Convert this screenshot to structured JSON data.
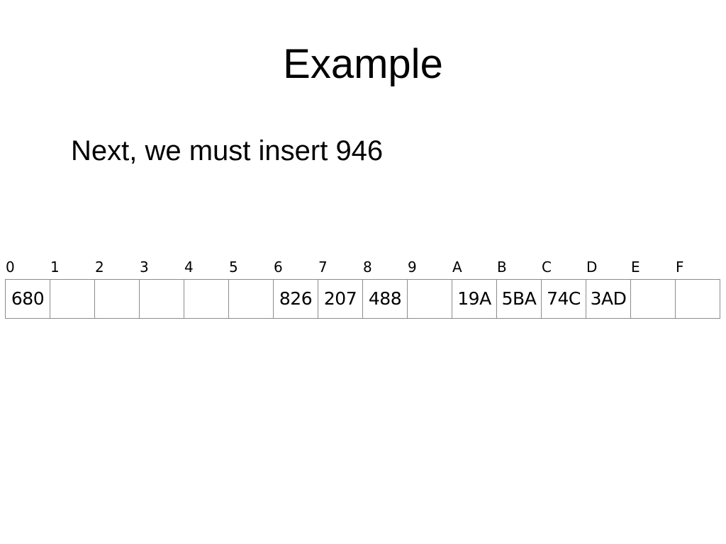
{
  "slide": {
    "title": "Example",
    "text": "Next, we must insert 946"
  },
  "table": {
    "indices": [
      "0",
      "1",
      "2",
      "3",
      "4",
      "5",
      "6",
      "7",
      "8",
      "9",
      "A",
      "B",
      "C",
      "D",
      "E",
      "F"
    ],
    "cells": [
      "680",
      "",
      "",
      "",
      "",
      "",
      "826",
      "207",
      "488",
      "",
      "19A",
      "5BA",
      "74C",
      "3AD",
      "",
      ""
    ]
  }
}
